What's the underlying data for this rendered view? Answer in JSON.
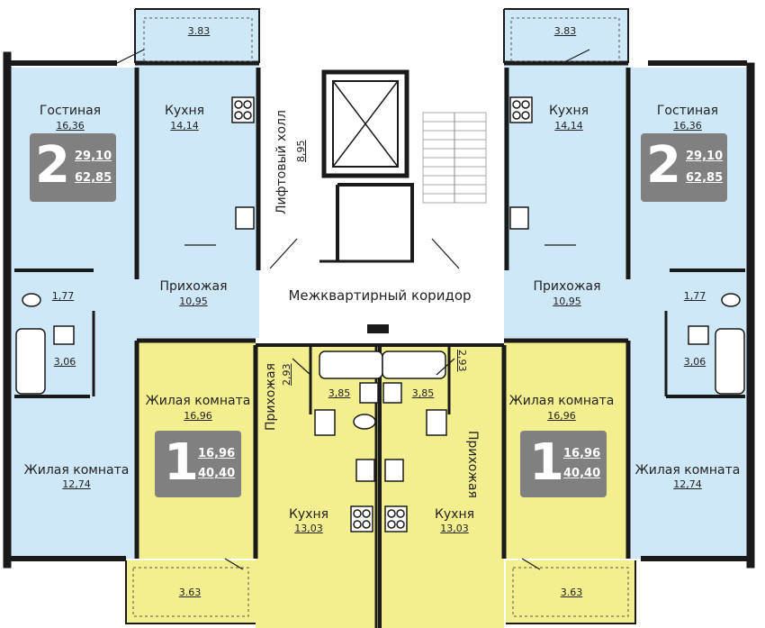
{
  "labels": {
    "living_room": "Гостиная",
    "kitchen": "Кухня",
    "hall": "Прихожая",
    "bedroom": "Жилая комната",
    "lift_hall": "Лифтовый холл",
    "corridor": "Межквартирный коридор"
  },
  "areas": {
    "balcony_top": "3.83",
    "balcony_bottom": "3.63",
    "living_2": "16,36",
    "kitchen_2": "14,14",
    "lift_hall": "8,95",
    "hall_2": "10,95",
    "wc_2": "1,77",
    "bath_2": "3,06",
    "bedroom_2": "12,74",
    "bedroom_1": "16,96",
    "hall_1": "2,93",
    "bath_1": "3,85",
    "kitchen_1": "13,03"
  },
  "apartments": {
    "two_room": {
      "rooms": "2",
      "living_area": "29,10",
      "total_area": "62,85"
    },
    "one_room": {
      "rooms": "1",
      "living_area": "16,96",
      "total_area": "40,40"
    }
  },
  "colors": {
    "two_room_fill": "#cfe8f7",
    "one_room_fill": "#f4ef8e",
    "badge": "#808080",
    "walls": "#1a1a1a"
  }
}
